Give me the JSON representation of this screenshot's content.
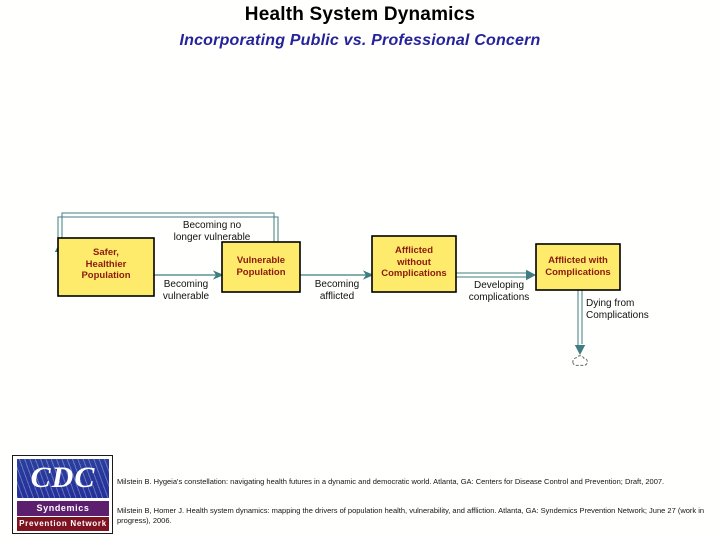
{
  "slide": {
    "title": "Health System Dynamics",
    "subtitle": "Incorporating Public vs. Professional Concern"
  },
  "diagram": {
    "type": "stock-and-flow",
    "stocks": [
      {
        "id": "safer",
        "label": "Safer,\nHealthier\nPopulation",
        "line1": "Safer,",
        "line2": "Healthier",
        "line3": "Population"
      },
      {
        "id": "vulnerable",
        "label": "Vulnerable\nPopulation",
        "line1": "Vulnerable",
        "line2": "Population",
        "line3": ""
      },
      {
        "id": "afflicted",
        "label": "Afflicted\nwithout\nComplications",
        "line1": "Afflicted",
        "line2": "without",
        "line3": "Complications"
      },
      {
        "id": "complicated",
        "label": "Afflicted with\nComplications",
        "line1": "Afflicted with",
        "line2": "Complications",
        "line3": ""
      }
    ],
    "flows": [
      {
        "id": "becoming-no-longer-vulnerable",
        "line1": "Becoming no",
        "line2": "longer vulnerable"
      },
      {
        "id": "becoming-vulnerable",
        "line1": "Becoming",
        "line2": "vulnerable"
      },
      {
        "id": "becoming-afflicted",
        "line1": "Becoming",
        "line2": "afflicted"
      },
      {
        "id": "developing-complications",
        "line1": "Developing",
        "line2": "complications"
      },
      {
        "id": "dying-from-complications",
        "line1": "Dying from",
        "line2": "Complications"
      }
    ],
    "colors": {
      "stock_fill": "#ffeb6b",
      "stock_border": "#000000",
      "stock_text": "#8b1a0e",
      "flow_line": "#3f7d80",
      "flow_text": "#111111"
    }
  },
  "logo": {
    "mark": "CDC",
    "band_purple": "Syndemics",
    "band_red": "Prevention Network",
    "colors": {
      "mark_bg": "#24309a",
      "purple": "#5c1f6e",
      "red": "#7d1220"
    }
  },
  "citations": {
    "first": "Milstein B. Hygeia's constellation: navigating health futures in a dynamic and democratic world. Atlanta, GA: Centers for Disease Control and Prevention; Draft, 2007.",
    "second": "Milstein B, Homer J. Health system dynamics: mapping the drivers of population health, vulnerability, and affliction. Atlanta, GA: Syndemics Prevention Network; June 27 (work in progress), 2006."
  }
}
